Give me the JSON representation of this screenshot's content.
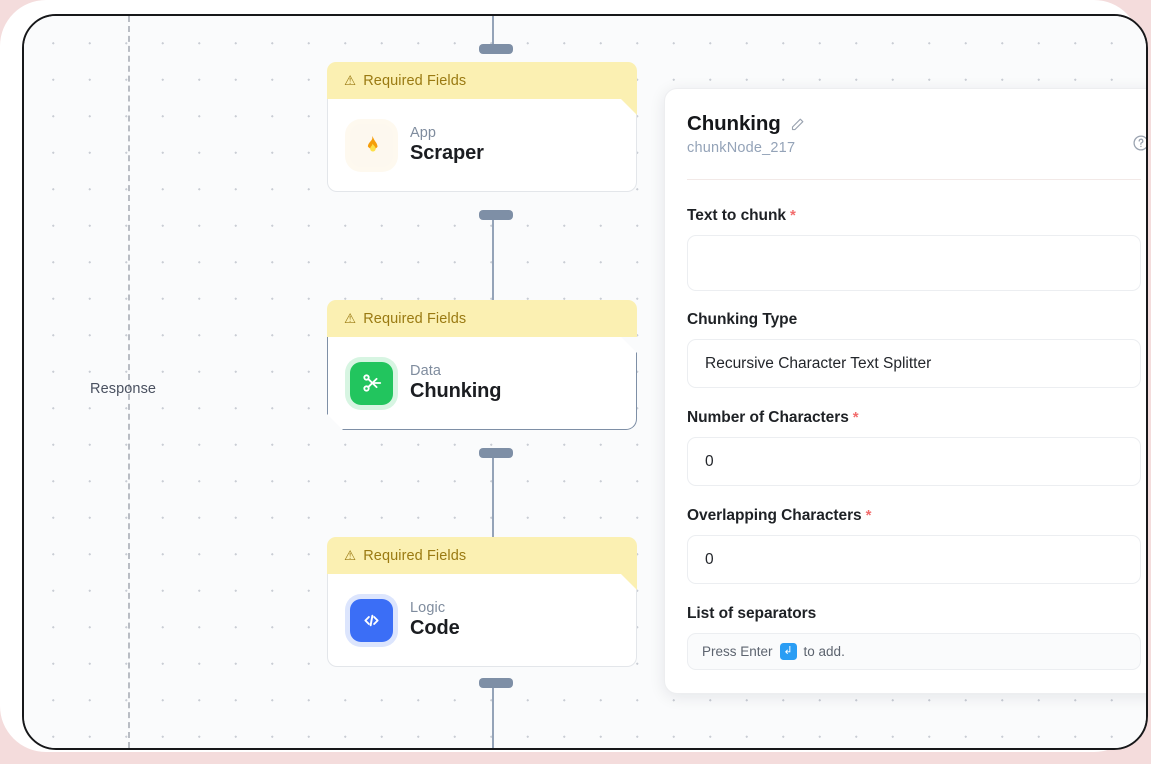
{
  "canvas": {
    "guide_label": "Response",
    "guide_line": "vertical-dashed-guide"
  },
  "nodes": [
    {
      "banner": "Required Fields",
      "warning_glyph": "⚠",
      "category": "App",
      "title": "Scraper",
      "icon": "flame-icon",
      "selected": false
    },
    {
      "banner": "Required Fields",
      "warning_glyph": "⚠",
      "category": "Data",
      "title": "Chunking",
      "icon": "scissors-icon",
      "selected": true
    },
    {
      "banner": "Required Fields",
      "warning_glyph": "⚠",
      "category": "Logic",
      "title": "Code",
      "icon": "code-icon",
      "selected": false
    }
  ],
  "panel": {
    "title": "Chunking",
    "subtitle": "chunkNode_217",
    "edit_icon": "pencil-icon",
    "help_icon": "help-circle-icon",
    "fields": [
      {
        "label": "Text to chunk",
        "required": true,
        "value": "",
        "type": "textarea"
      },
      {
        "label": "Chunking Type",
        "required": false,
        "value": "Recursive Character Text Splitter",
        "type": "select"
      },
      {
        "label": "Number of Characters",
        "required": true,
        "value": "0",
        "type": "number"
      },
      {
        "label": "Overlapping Characters",
        "required": true,
        "value": "0",
        "type": "number"
      },
      {
        "label": "List of separators",
        "required": false,
        "value": "",
        "type": "tags",
        "hint_before": "Press Enter",
        "hint_key": "↲",
        "hint_after": "to add."
      }
    ]
  },
  "colors": {
    "banner_bg": "#fbf0b2",
    "banner_text": "#9a7a12",
    "accent_blue": "#3b6ef6",
    "accent_green": "#22c55e",
    "required_star": "#f26c6c",
    "handle": "#7e8fa6",
    "edge": "#94a3b8"
  }
}
